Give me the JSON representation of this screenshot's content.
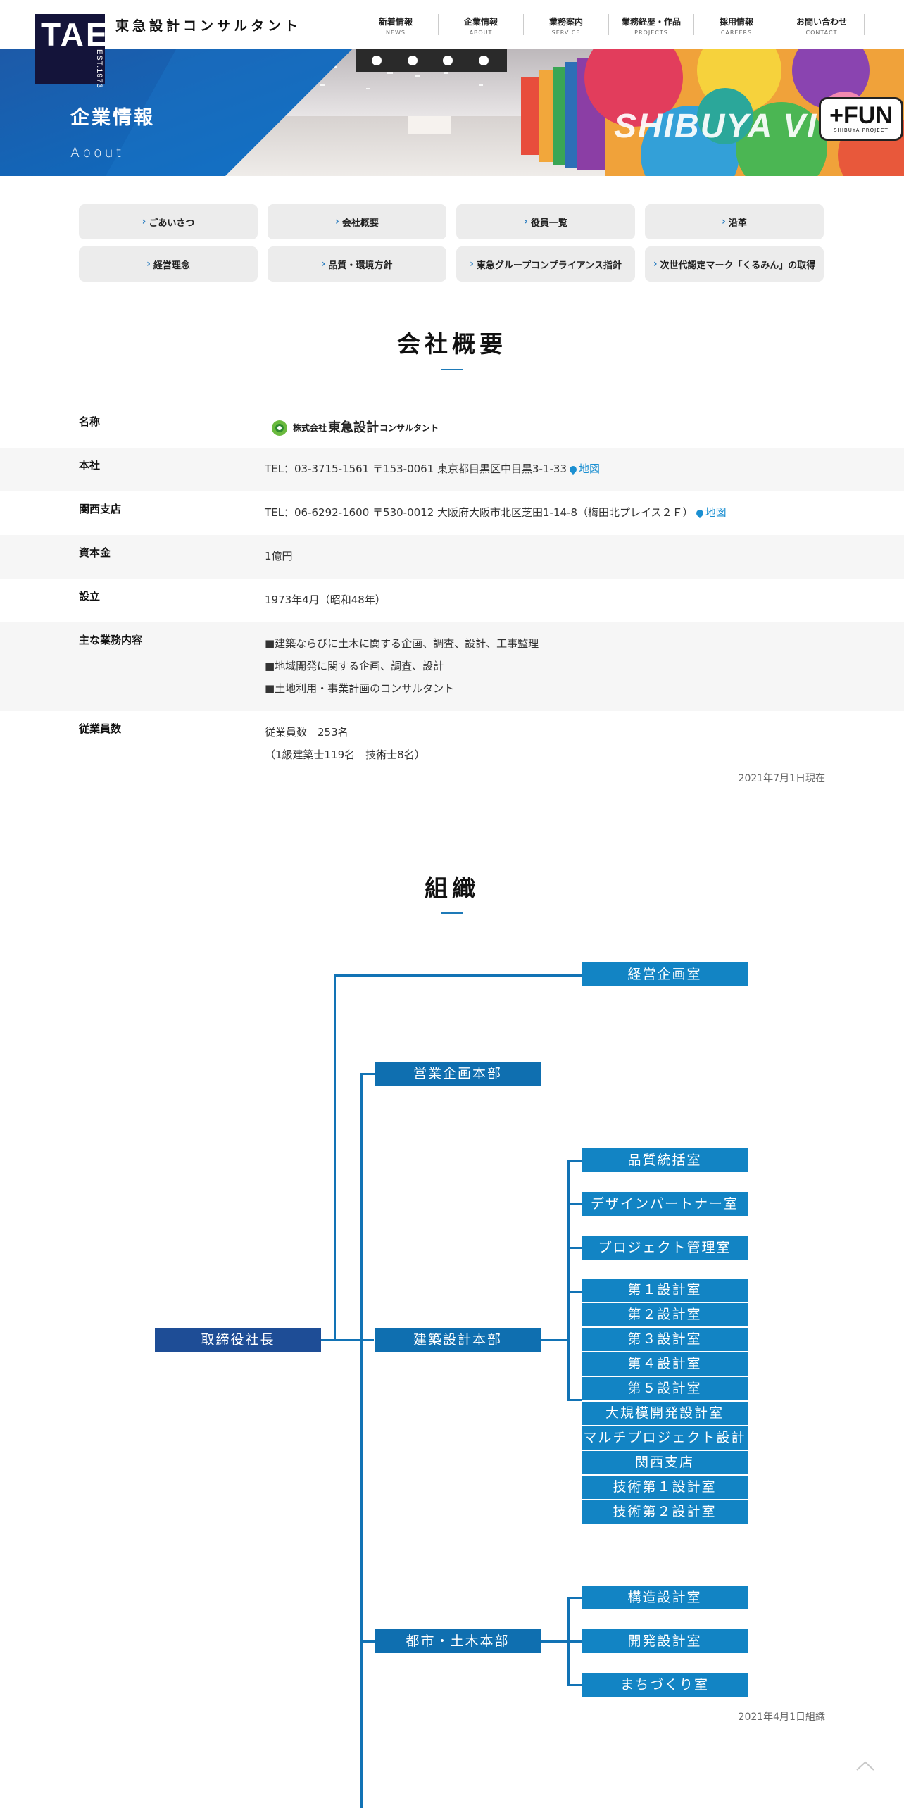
{
  "header": {
    "logo": "TAE",
    "logo_est": "EST.1973",
    "company_name": "東急設計コンサルタント",
    "nav": [
      {
        "jp": "新着情報",
        "en": "NEWS"
      },
      {
        "jp": "企業情報",
        "en": "ABOUT"
      },
      {
        "jp": "業務案内",
        "en": "SERVICE"
      },
      {
        "jp": "業務経歴・作品",
        "en": "PROJECTS"
      },
      {
        "jp": "採用情報",
        "en": "CAREERS"
      },
      {
        "jp": "お問い合わせ",
        "en": "CONTACT"
      }
    ]
  },
  "hero": {
    "title": "企業情報",
    "subtitle": "About",
    "banner_text": "SHIBUYA VIVID!",
    "badge_main": "+FUN",
    "badge_sub": "SHIBUYA PROJECT"
  },
  "anchors": [
    "ごあいさつ",
    "会社概要",
    "役員一覧",
    "沿革",
    "経営理念",
    "品質・環境方針",
    "東急グループコンプライアンス指針",
    "次世代認定マーク「くるみん」の取得"
  ],
  "overview": {
    "title": "会社概要",
    "rows": {
      "name": {
        "label": "名称",
        "prefix": "株式会社",
        "main": "東急設計",
        "suffix": "コンサルタント"
      },
      "hq": {
        "label": "本社",
        "value": "TEL：03-3715-1561 〒153-0061 東京都目黒区中目黒3-1-33",
        "map": "地図"
      },
      "kansai": {
        "label": "関西支店",
        "value": "TEL：06-6292-1600 〒530-0012 大阪府大阪市北区芝田1-14-8（梅田北プレイス２Ｆ）",
        "map": "地図"
      },
      "capital": {
        "label": "資本金",
        "value": "1億円"
      },
      "founded": {
        "label": "設立",
        "value": "1973年4月（昭和48年）"
      },
      "business": {
        "label": "主な業務内容",
        "lines": [
          "■建築ならびに土木に関する企画、調査、設計、工事監理",
          "■地域開発に関する企画、調査、設計",
          "■土地利用・事業計画のコンサルタント"
        ]
      },
      "employees": {
        "label": "従業員数",
        "lines": [
          "従業員数　253名",
          "（1級建築士119名　技術士8名）"
        ]
      }
    },
    "note": "2021年7月1日現在"
  },
  "organization": {
    "title": "組織",
    "president": "取締役社長",
    "management_office": "経営企画室",
    "sales": "営業企画本部",
    "architecture": "建築設計本部",
    "arch_units": [
      "品質統括室",
      "デザインパートナー室",
      "プロジェクト管理室"
    ],
    "arch_design": [
      "第１設計室",
      "第２設計室",
      "第３設計室",
      "第４設計室",
      "第５設計室",
      "大規模開発設計室",
      "マルチプロジェクト設計室",
      "関西支店",
      "技術第１設計室",
      "技術第２設計室"
    ],
    "civil": "都市・土木本部",
    "civil_units": [
      "構造設計室",
      "開発設計室",
      "まちづくり室"
    ],
    "note": "2021年4月1日組織"
  }
}
